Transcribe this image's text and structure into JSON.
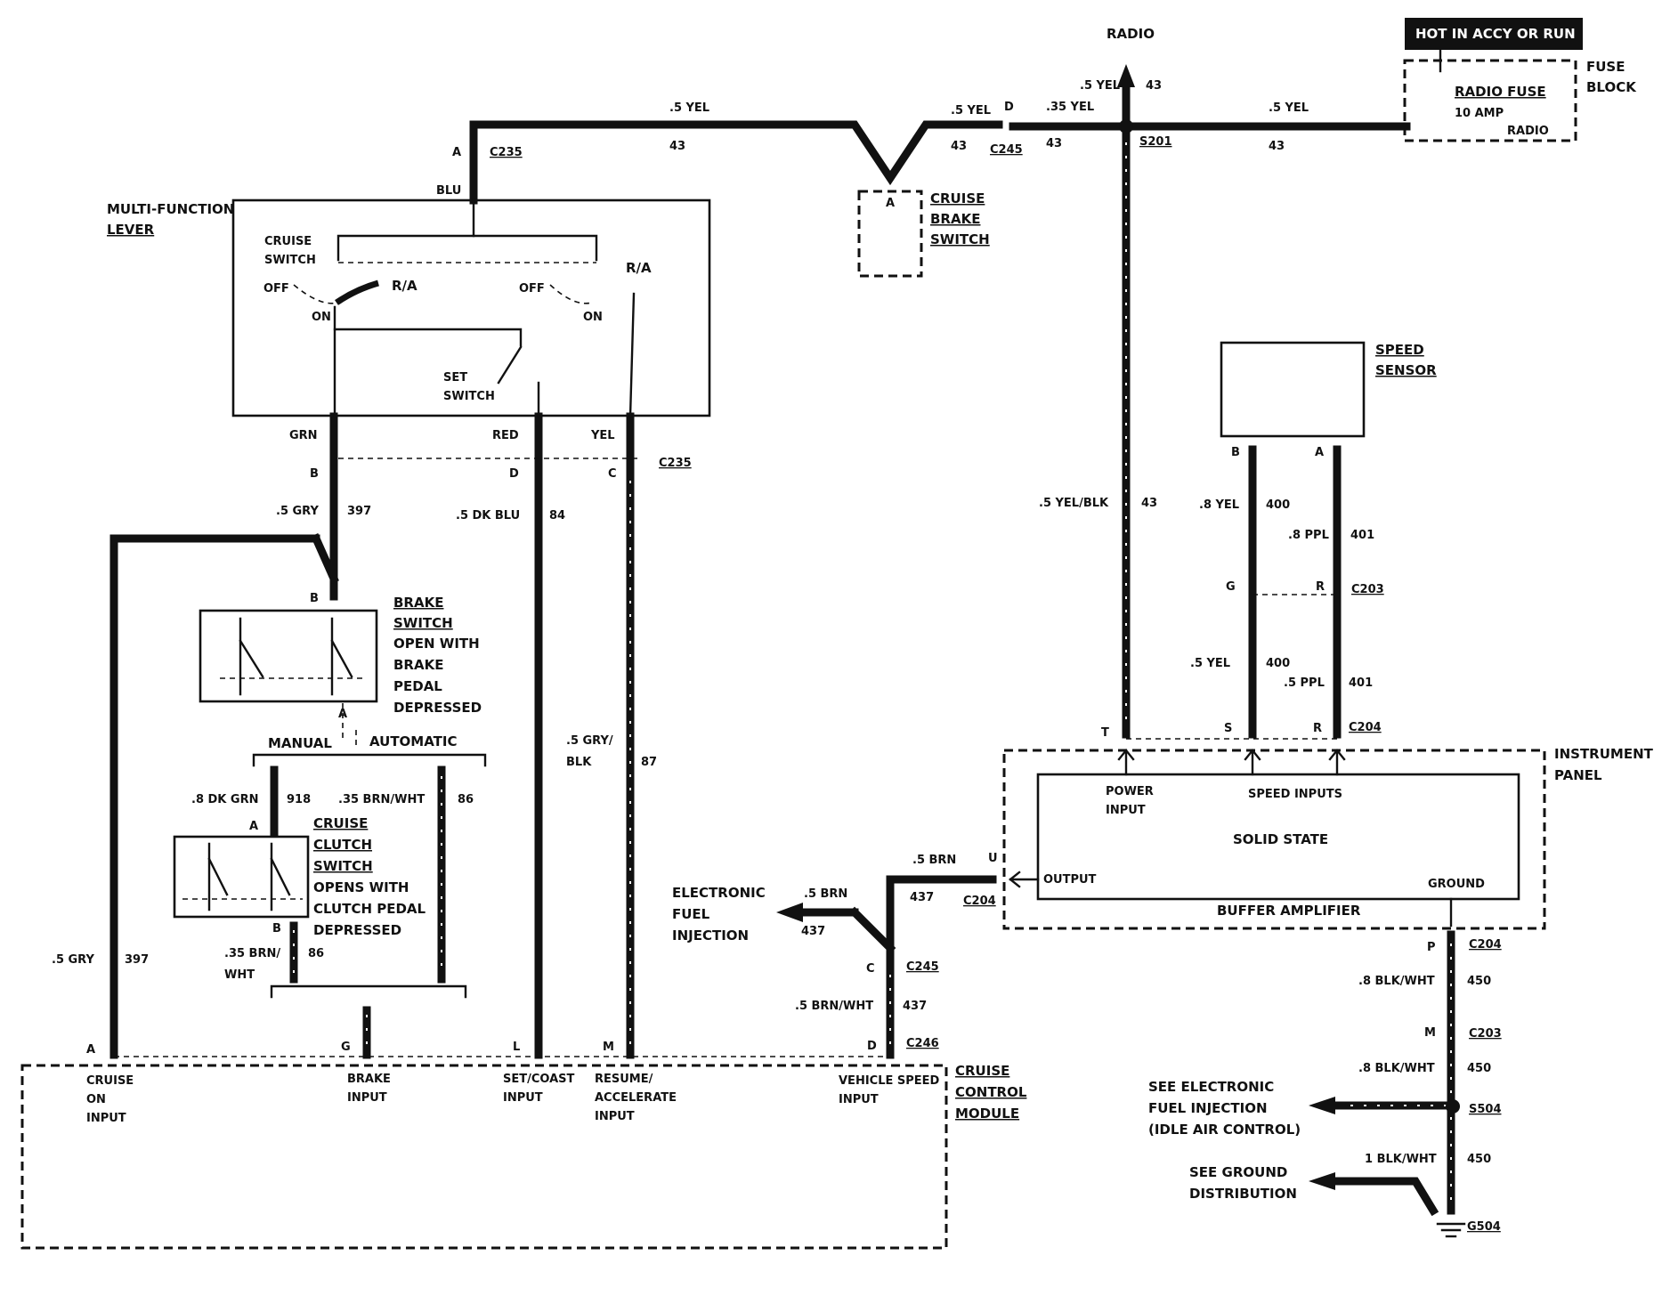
{
  "labels": {
    "radio_top": "RADIO",
    "hot_banner": "HOT IN ACCY OR RUN",
    "fuse_block_1": "FUSE",
    "fuse_block_2": "BLOCK",
    "radio_fuse": "RADIO FUSE",
    "ten_amp": "10 AMP",
    "radio_tap": "RADIO",
    "multi_function_1": "MULTI-FUNCTION",
    "multi_function_2": "LEVER",
    "cruise_switch_1": "CRUISE",
    "cruise_switch_2": "SWITCH",
    "off_left": "OFF",
    "ra_left": "R/A",
    "on_left": "ON",
    "off_right": "OFF",
    "ra_right": "R/A",
    "on_right": "ON",
    "set_switch_1": "SET",
    "set_switch_2": "SWITCH",
    "cruise_brake_1": "CRUISE",
    "cruise_brake_2": "BRAKE",
    "cruise_brake_3": "SWITCH",
    "speed_sensor_1": "SPEED",
    "speed_sensor_2": "SENSOR",
    "brake_switch_1": "BRAKE",
    "brake_switch_2": "SWITCH",
    "brake_switch_3": "OPEN WITH",
    "brake_switch_4": "BRAKE",
    "brake_switch_5": "PEDAL",
    "brake_switch_6": "DEPRESSED",
    "manual": "MANUAL",
    "automatic": "AUTOMATIC",
    "clutch_1": "CRUISE",
    "clutch_2": "CLUTCH",
    "clutch_3": "SWITCH",
    "clutch_4": "OPENS WITH",
    "clutch_5": "CLUTCH PEDAL",
    "clutch_6": "DEPRESSED",
    "efi_1": "ELECTRONIC",
    "efi_2": "FUEL",
    "efi_3": "INJECTION",
    "instrument_1": "INSTRUMENT",
    "instrument_2": "PANEL",
    "power_input_1": "POWER",
    "power_input_2": "INPUT",
    "speed_inputs": "SPEED INPUTS",
    "solid_state": "SOLID STATE",
    "output": "OUTPUT",
    "ground": "GROUND",
    "buffer_amp": "BUFFER AMPLIFIER",
    "cruise_on_1": "CRUISE",
    "cruise_on_2": "ON",
    "cruise_on_3": "INPUT",
    "brake_input_1": "BRAKE",
    "brake_input_2": "INPUT",
    "set_coast_1": "SET/COAST",
    "set_coast_2": "INPUT",
    "resume_1": "RESUME/",
    "resume_2": "ACCELERATE",
    "resume_3": "INPUT",
    "vss_1": "VEHICLE SPEED",
    "vss_2": "INPUT",
    "ccm_1": "CRUISE",
    "ccm_2": "CONTROL",
    "ccm_3": "MODULE",
    "see_efi_1": "SEE ELECTRONIC",
    "see_efi_2": "FUEL INJECTION",
    "see_efi_3": "(IDLE AIR CONTROL)",
    "see_ground_1": "SEE GROUND",
    "see_ground_2": "DISTRIBUTION"
  },
  "connectors": {
    "c235": "C235",
    "c245": "C245",
    "s201": "S201",
    "c203": "C203",
    "c204": "C204",
    "c246": "C246",
    "s504": "S504",
    "g504": "G504"
  },
  "pins": {
    "a": "A",
    "b": "B",
    "c": "C",
    "d": "D",
    "g": "G",
    "l": "L",
    "m": "M",
    "p": "P",
    "r": "R",
    "s": "S",
    "t": "T",
    "u": "U"
  },
  "wires": {
    "top_yel_a": ".5 YEL",
    "top_43_a": "43",
    "top_yel_b": ".5 YEL",
    "top_43_b": "43",
    "yel_035": ".35 YEL",
    "top_43_c": "43",
    "radio_yel": ".5 YEL",
    "radio_43": "43",
    "fuse_yel": ".5 YEL",
    "fuse_43": "43",
    "blu": "BLU",
    "grn": "GRN",
    "red": "RED",
    "yel": "YEL",
    "gry_397": ".5 GRY",
    "n397": "397",
    "dkblu": ".5 DK BLU",
    "n84": "84",
    "gryblk_1": ".5 GRY/",
    "gryblk_2": "BLK",
    "n87": "87",
    "dkgrn": ".8 DK GRN",
    "n918": "918",
    "brnwht_035": ".35 BRN/WHT",
    "n86_a": "86",
    "brnwht_b1": ".35 BRN/",
    "brnwht_b2": "WHT",
    "n86_b": "86",
    "gry_left": ".5 GRY",
    "n397_left": "397",
    "brn_1": ".5 BRN",
    "n437_1": "437",
    "brn_2": ".5 BRN",
    "n437_2": "437",
    "brnwht_05": ".5 BRN/WHT",
    "n437_3": "437",
    "yelblk": ".5 YEL/BLK",
    "n43_v": "43",
    "yel_8": ".8 YEL",
    "n400_a": "400",
    "ppl_8": ".8 PPL",
    "n401_a": "401",
    "yel_5": ".5 YEL",
    "n400_b": "400",
    "ppl_5": ".5 PPL",
    "n401_b": "401",
    "blkwht_8a": ".8 BLK/WHT",
    "n450_a": "450",
    "blkwht_8b": ".8 BLK/WHT",
    "n450_b": "450",
    "blkwht_1": "1 BLK/WHT",
    "n450_c": "450"
  }
}
